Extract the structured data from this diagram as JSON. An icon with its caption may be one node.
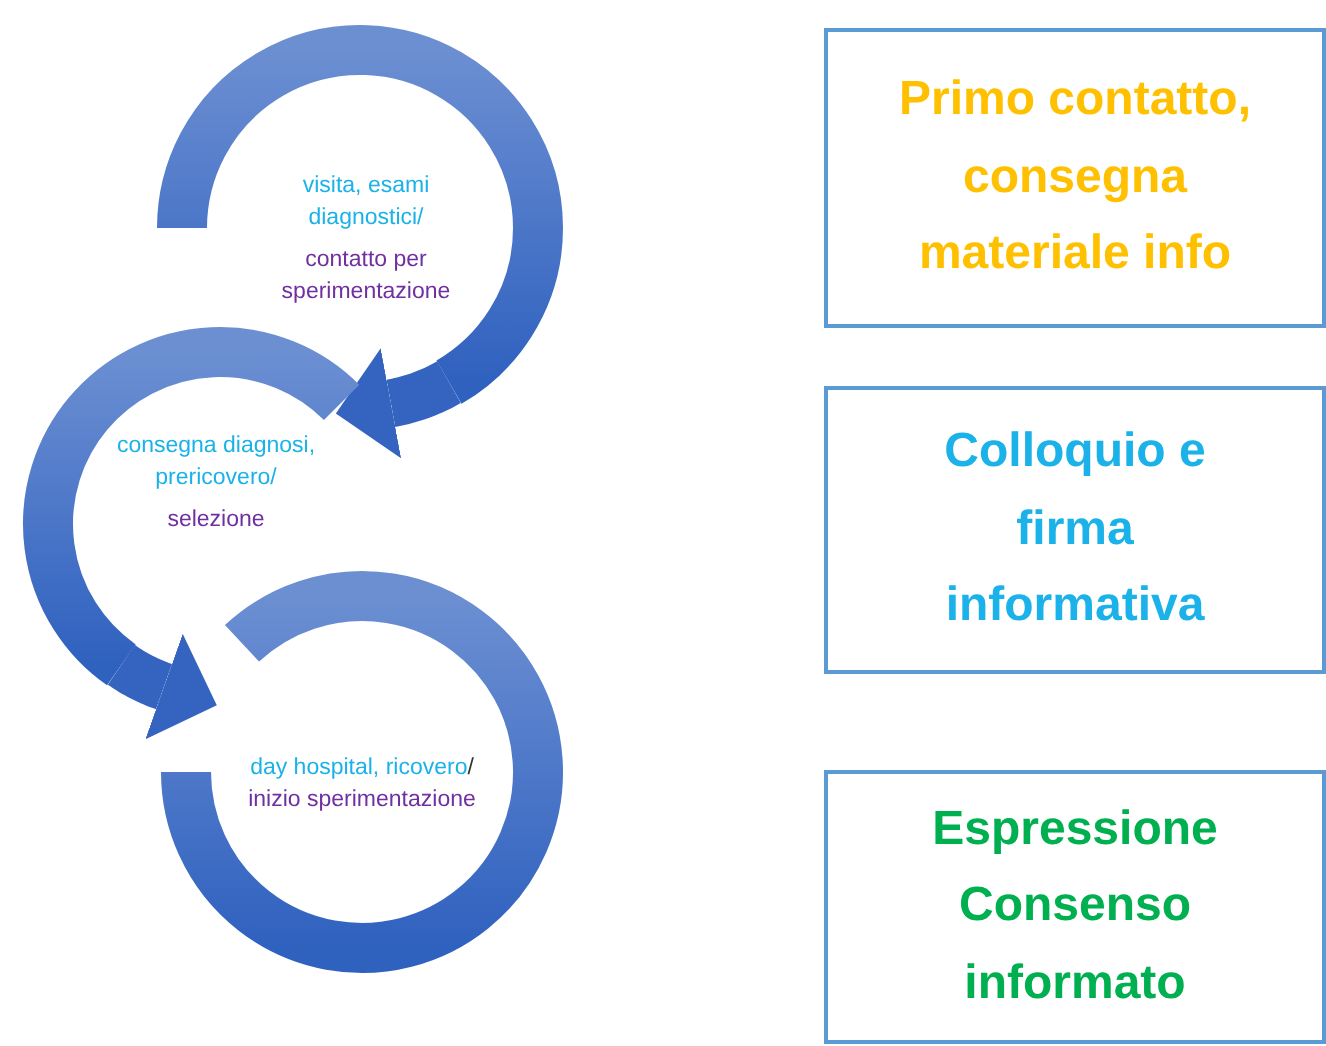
{
  "diagram": {
    "nodes": [
      {
        "text": [
          "visita, esami diagnostici/",
          "contatto per sperimentazione"
        ]
      },
      {
        "text": [
          "consegna diagnosi, prericovero/",
          "selezione"
        ]
      },
      {
        "text": [
          "day hospital, ricovero",
          "/",
          "inizio sperimentazione"
        ]
      },
      {
        "text": [
          "Primo contatto, consegna materiale info"
        ]
      },
      {
        "text": [
          "Colloquio e firma informativa"
        ]
      },
      {
        "text": [
          "Espressione Consenso informato"
        ]
      }
    ],
    "edges": [
      {
        "from": 0,
        "to": 1,
        "arrow": "to"
      },
      {
        "from": 1,
        "to": 2,
        "arrow": "to"
      }
    ]
  }
}
